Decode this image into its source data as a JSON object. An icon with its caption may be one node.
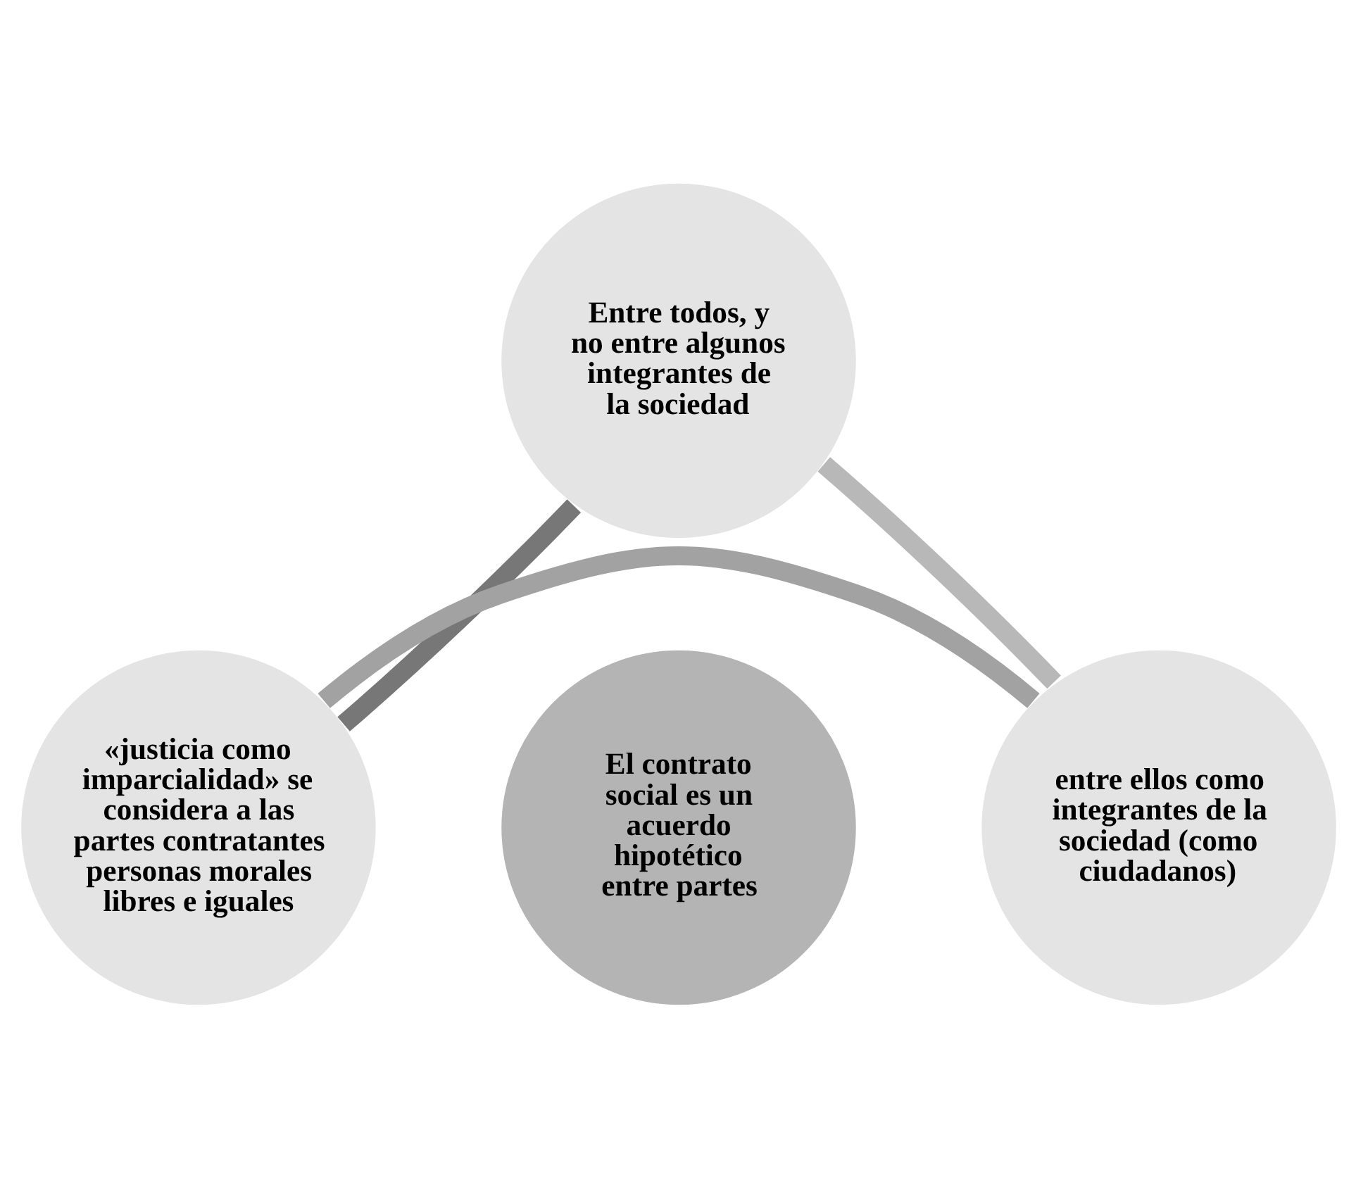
{
  "diagram": {
    "nodes": [
      {
        "text": [
          "Entre todos, y no entre algunos integrantes de la sociedad"
        ]
      },
      {
        "text": [
          "«justicia como imparcialidad» se considera a las partes contratantes personas morales libres e iguales"
        ]
      },
      {
        "text": [
          "El contrato social es un acuerdo hipotético entre partes"
        ]
      },
      {
        "text": [
          "entre ellos como integrantes de la sociedad (como ciudadanos)"
        ]
      }
    ],
    "edges": [
      {
        "from": 0,
        "to": 3,
        "arrow": "none",
        "color": "#b8b8b8"
      },
      {
        "from": 3,
        "to": 1,
        "arrow": "none",
        "color": "#a2a2a2"
      },
      {
        "from": 1,
        "to": 0,
        "arrow": "none",
        "color": "#777777"
      }
    ]
  }
}
